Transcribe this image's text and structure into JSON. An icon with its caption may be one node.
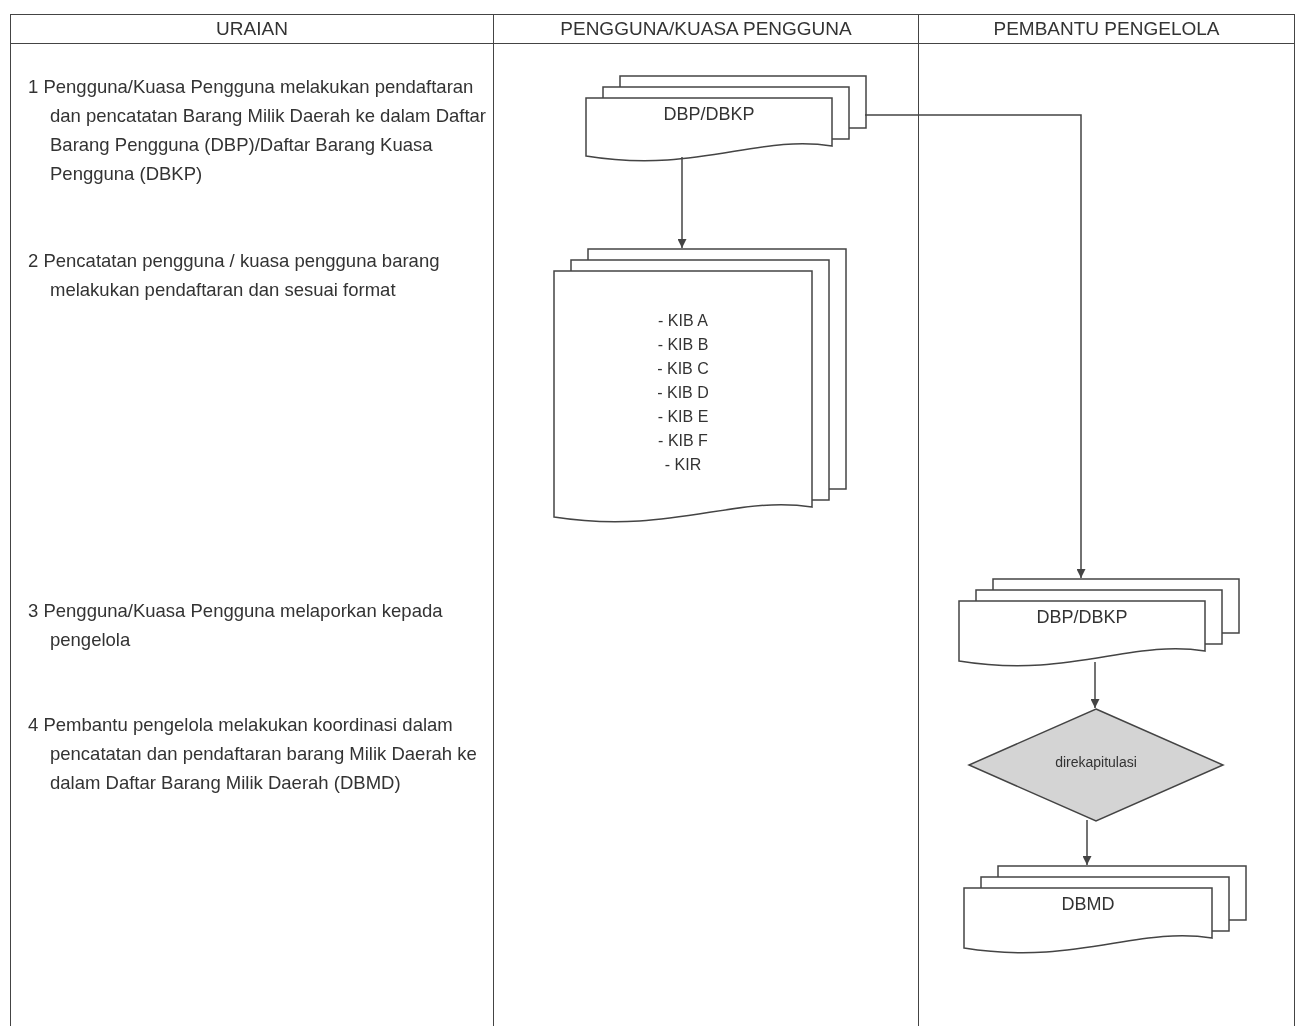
{
  "diagram": {
    "nodes": [
      {
        "text": [
          "URAIAN"
        ]
      },
      {
        "text": [
          "PENGGUNA/KUASA PENGGUNA"
        ]
      },
      {
        "text": [
          "PEMBANTU PENGELOLA"
        ]
      },
      {
        "text": [
          "DBP/DBKP"
        ],
        "in": 1
      },
      {
        "text": [
          "- KIB A",
          "- KIB B",
          "- KIB C",
          "- KIB D",
          "- KIB E",
          "- KIB F",
          "- KIR"
        ],
        "in": 1
      },
      {
        "text": [
          "DBP/DBKP"
        ],
        "in": 2
      },
      {
        "text": [
          "direkapitulasi"
        ],
        "in": 2
      },
      {
        "text": [
          "DBMD"
        ],
        "in": 2
      }
    ],
    "edges": [
      {
        "from": 3,
        "to": 4,
        "arrow": "to"
      },
      {
        "from": 3,
        "to": 5,
        "arrow": "to"
      },
      {
        "from": 5,
        "to": 6,
        "arrow": "to"
      },
      {
        "from": 6,
        "to": 7,
        "arrow": "to"
      }
    ],
    "labels": [
      "1 Pengguna/Kuasa Pengguna melakukan pendaftaran dan pencatatan Barang Milik Daerah ke dalam Daftar Barang Pengguna (DBP)/Daftar Barang Kuasa Pengguna (DBKP)",
      "2 Pencatatan pengguna / kuasa pengguna barang melakukan pendaftaran dan sesuai format",
      "3 Pengguna/Kuasa Pengguna melaporkan kepada pengelola",
      "4 Pembantu pengelola melakukan koordinasi dalam pencatatan dan pendaftaran barang Milik Daerah ke dalam Daftar Barang Milik Daerah (DBMD)"
    ]
  }
}
